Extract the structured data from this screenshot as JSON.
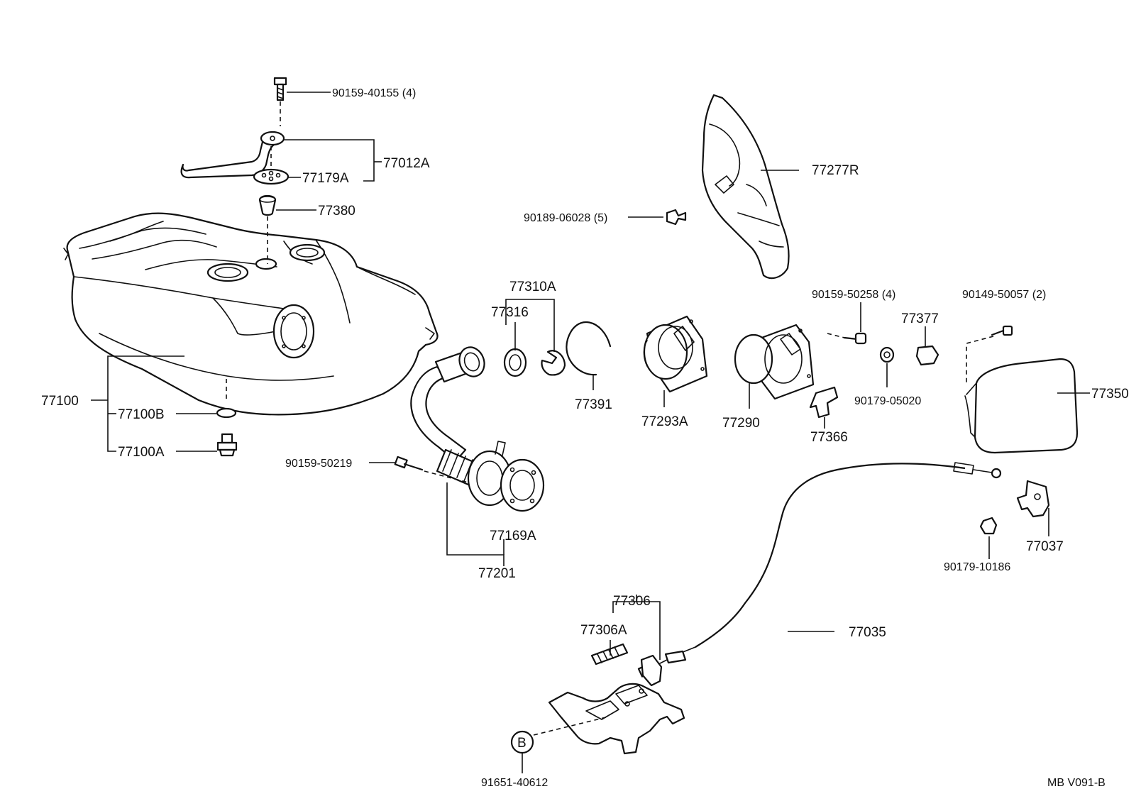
{
  "labels": {
    "p90159_40155": "90159-40155 (4)",
    "p77012A": "77012A",
    "p77179A": "77179A",
    "p77380": "77380",
    "p77100": "77100",
    "p77100B": "77100B",
    "p77100A": "77100A",
    "p90159_50219": "90159-50219",
    "p77201": "77201",
    "p77169A": "77169A",
    "p77310A": "77310A",
    "p77316": "77316",
    "p77391": "77391",
    "p77293A": "77293A",
    "p90189_06028": "90189-06028 (5)",
    "p77277R": "77277R",
    "p77290": "77290",
    "p90159_50258": "90159-50258 (4)",
    "p77377": "77377",
    "p90149_50057": "90149-50057 (2)",
    "p90179_05020": "90179-05020",
    "p77366": "77366",
    "p77350": "77350",
    "p77037": "77037",
    "p90179_10186": "90179-10186",
    "p77035": "77035",
    "p77306": "77306",
    "p77306A": "77306A",
    "p91651_40612": "91651-40612",
    "callout_B": "B",
    "drawing_code": "MB V091-B"
  }
}
